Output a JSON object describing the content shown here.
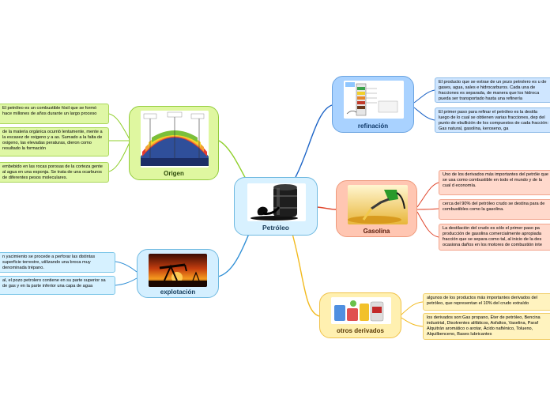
{
  "center": {
    "label": "Petróleo",
    "image_icon": "oil-barrel-icon"
  },
  "branches": {
    "origen": {
      "label": "Origen",
      "image_icon": "geological-strata-illustration",
      "notes": [
        "El petróleo es un combustible fósil que se formó hace millones de años durante un largo proceso",
        "de la materia orgánica ocurrió lentamente, mente a la escasez de oxigeno y a as. Sumado a la falta de oxigeno, las elevadas peraturas, dieron como resultado la formación",
        "embebido en las rocas porosas de la corteza gente al agua en una esponja. Se trata de una ocarburos de diferentes pesos moleculares."
      ]
    },
    "explotacion": {
      "label": "explotación",
      "image_icon": "oil-pump-sunset-photo",
      "notes": [
        "n yacimiento se procede a perforar las distintas superficie terrestre, utilizando una broca muy denominada trépano.",
        "al, el pozo petrolero contiene en su parte superior sa de gas y en la parte inferior una capa de agua"
      ]
    },
    "refinacion": {
      "label": "refinación",
      "image_icon": "refinery-column-diagram",
      "notes": [
        "El producto que se extrae de un pozo petrolero es u de gases, agua, sales e hidrocarburos. Cada una de fracciones es separada, de manera que los hidroca pueda ser transportado hasta una refinería",
        "El primer paso para refinar el petróleo es la destila luego de lo cual se obtienen varias fracciones, dep del punto de ebullición de los compuestos de cada fracción: Gas natural, gasolina, keroseno, ga"
      ]
    },
    "gasolina": {
      "label": "Gasolina",
      "image_icon": "fuel-nozzle-icon",
      "notes": [
        "Uno de los derivados más importantes del petróle que se usa como combustible en todo el mundo y de la cual d economía.",
        "cerca del 90% del petróleo crudo se destina para de combustibles como la gasolina.",
        "La destilación del crudo es sólo el primer paso pa producción de gasolina comercialmente apropiada fracción que se separa como tal, al inicio de la des ocasiona daños en los motores de combustión inte"
      ]
    },
    "otros": {
      "label": "otros derivados",
      "image_icon": "chemical-containers-icon",
      "notes": [
        "algunos de los productos más importantes derivados del petróleo, que representan el 10% del crudo extraído",
        "los derivados son:Gas propano, Éter de petróleo, Bencina industrial, Disolventes alifáticos, Asfaltos, Vaselina, Paraf Alquitrán aromático o arotar, Ácido nafténico, Tolueno, Alquilbenceno, Bases lubricantes"
      ]
    }
  },
  "colors": {
    "origen": "#8fcf2a",
    "explotacion": "#2f8fd6",
    "refinacion": "#1b63c6",
    "gasolina": "#e0452b",
    "otros": "#f2b91c"
  }
}
